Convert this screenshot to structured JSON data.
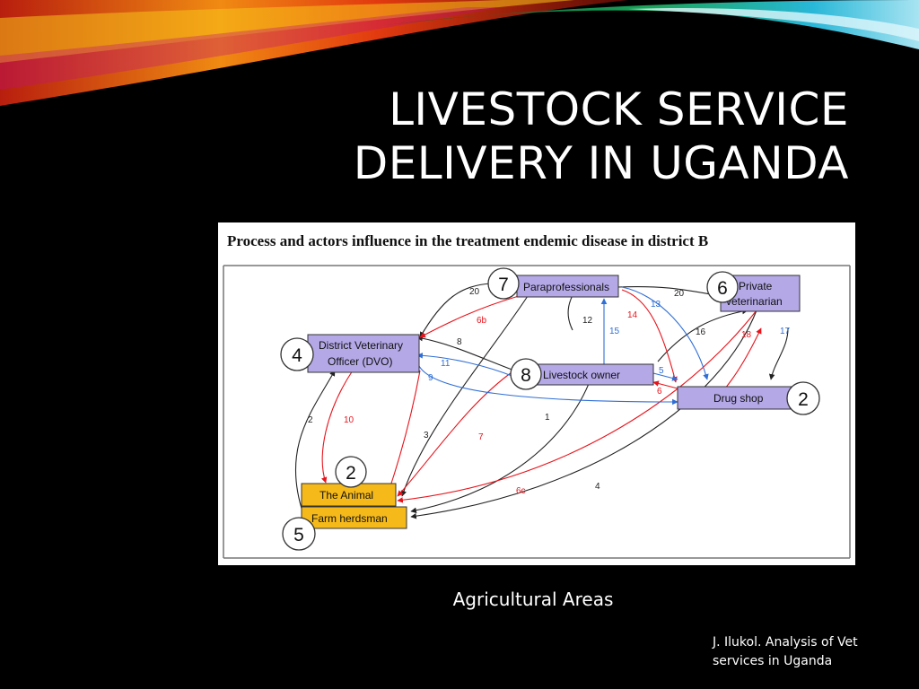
{
  "slide": {
    "title_line1": "LIVESTOCK SERVICE",
    "title_line2": "DELIVERY IN UGANDA",
    "caption": "Agricultural Areas",
    "credit_line1": "J. Ilukol. Analysis of Vet",
    "credit_line2": "services in Uganda"
  },
  "figure": {
    "heading": "Process and actors influence in the treatment endemic disease in district B",
    "nodes": {
      "paraprofessionals": {
        "number": "7",
        "label": "Paraprofessionals"
      },
      "private_vet": {
        "number": "6",
        "label1": "Private",
        "label2": "veterinarian"
      },
      "dvo": {
        "number": "4",
        "label1": "District Veterinary",
        "label2": "Officer (DVO)"
      },
      "livestock_owner": {
        "number": "8",
        "label": "Livestock owner"
      },
      "drug_shop": {
        "number": "2",
        "label": "Drug shop"
      },
      "animal": {
        "number": "2",
        "label": "The Animal"
      },
      "herdsman": {
        "number": "5",
        "label": "Farm herdsman"
      }
    },
    "edge_labels": [
      "20",
      "6b",
      "12",
      "15",
      "14",
      "13",
      "20",
      "16",
      "18",
      "17",
      "8",
      "11",
      "9",
      "5",
      "6",
      "2",
      "10",
      "3",
      "7",
      "1",
      "6c",
      "4"
    ],
    "colors": {
      "box_blue": "#b4a8e6",
      "box_yellow": "#f5b91a",
      "arrow_red": "#e8141c",
      "arrow_blue": "#2f6fd6",
      "arrow_teal": "#1aa0b8",
      "arrow_black": "#222222"
    }
  }
}
